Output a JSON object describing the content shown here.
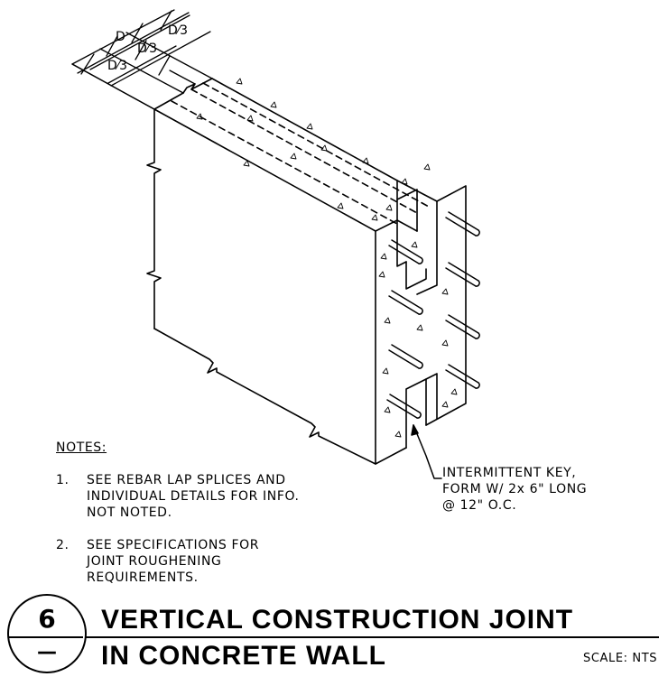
{
  "dimensions": {
    "full_depth": "D",
    "third_top": "D⁄3",
    "third_middle": "D⁄3",
    "third_left": "D⁄3"
  },
  "notes": {
    "heading": "NOTES:",
    "items": [
      {
        "number": "1.",
        "lines": [
          "SEE REBAR LAP SPLICES AND",
          "INDIVIDUAL DETAILS FOR INFO.",
          "NOT NOTED."
        ]
      },
      {
        "number": "2.",
        "lines": [
          "SEE SPECIFICATIONS FOR",
          "JOINT ROUGHENING",
          "REQUIREMENTS."
        ]
      }
    ]
  },
  "callout": {
    "lines": [
      "INTERMITTENT KEY,",
      "FORM W/ 2x 6\" LONG",
      "@ 12\" O.C."
    ]
  },
  "title_block": {
    "detail_number": "6",
    "sheet_reference": "—",
    "title_line_1": "VERTICAL CONSTRUCTION JOINT",
    "title_line_2": "IN CONCRETE WALL",
    "scale": "SCALE: NTS"
  },
  "icons": {
    "break_symbol": "break-line-icon",
    "aggregate_symbol": "aggregate-triangle-icon",
    "rebar": "rebar-dowel-icon"
  }
}
